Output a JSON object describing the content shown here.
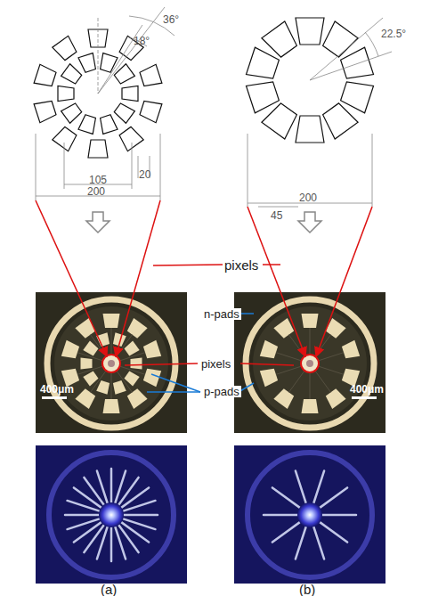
{
  "diagram": {
    "labels": [
      "36°",
      "18°",
      "20",
      "105",
      "200",
      "22.5°",
      "45",
      "200",
      "pixels",
      "n-pads",
      "pixels",
      "p-pads",
      "400μm",
      "400μm",
      "(a)",
      "(b)"
    ]
  }
}
